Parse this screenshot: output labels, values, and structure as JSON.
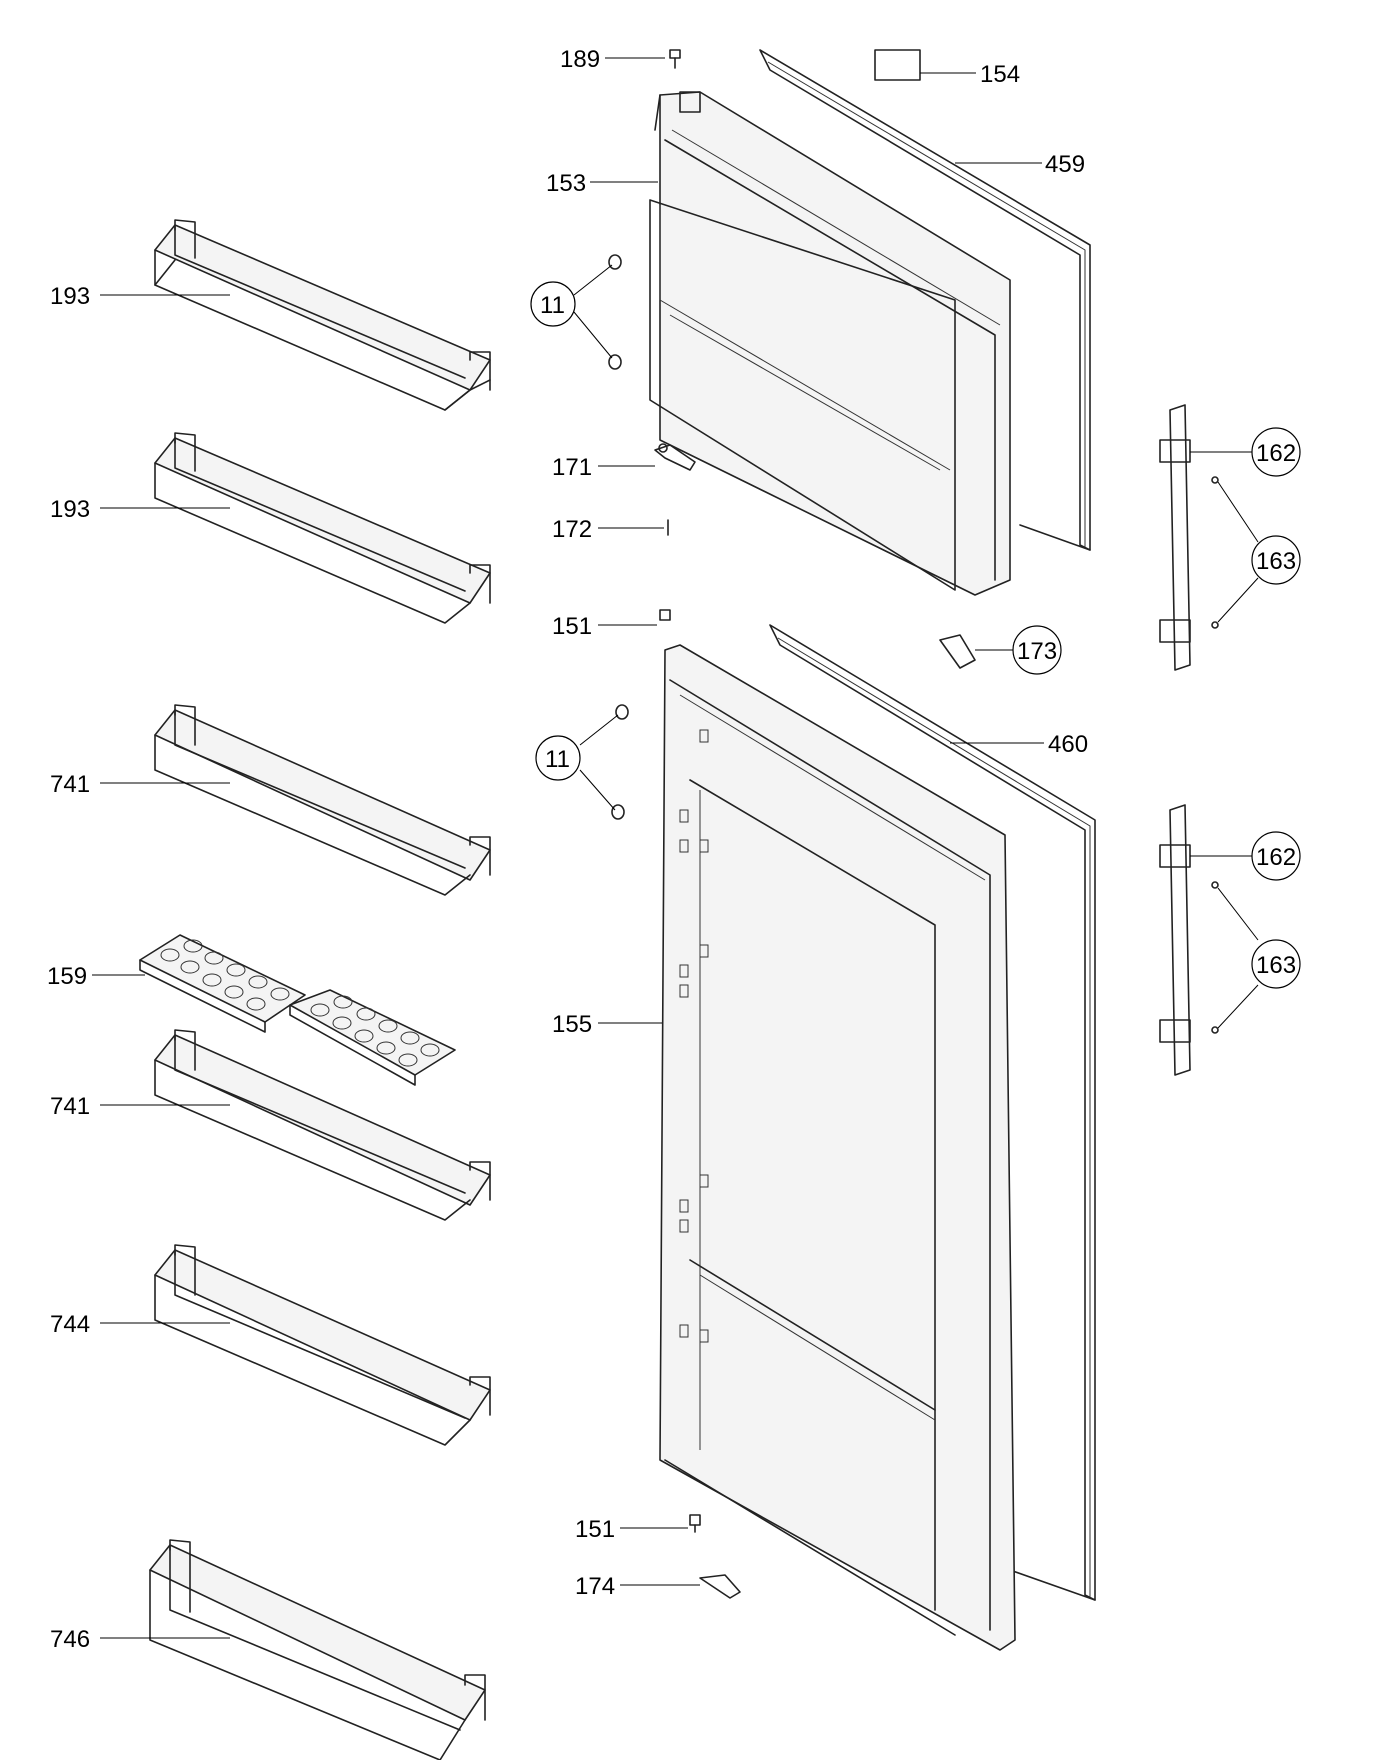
{
  "callouts": {
    "c189": "189",
    "c154": "154",
    "c459": "459",
    "c153": "153",
    "c193a": "193",
    "c11a": "11",
    "c193b": "193",
    "c171": "171",
    "c162a": "162",
    "c172": "172",
    "c163a": "163",
    "c151a": "151",
    "c173": "173",
    "c741a": "741",
    "c11b": "11",
    "c460": "460",
    "c162b": "162",
    "c159": "159",
    "c163b": "163",
    "c155": "155",
    "c741b": "741",
    "c744": "744",
    "c151b": "151",
    "c174": "174",
    "c746": "746"
  }
}
